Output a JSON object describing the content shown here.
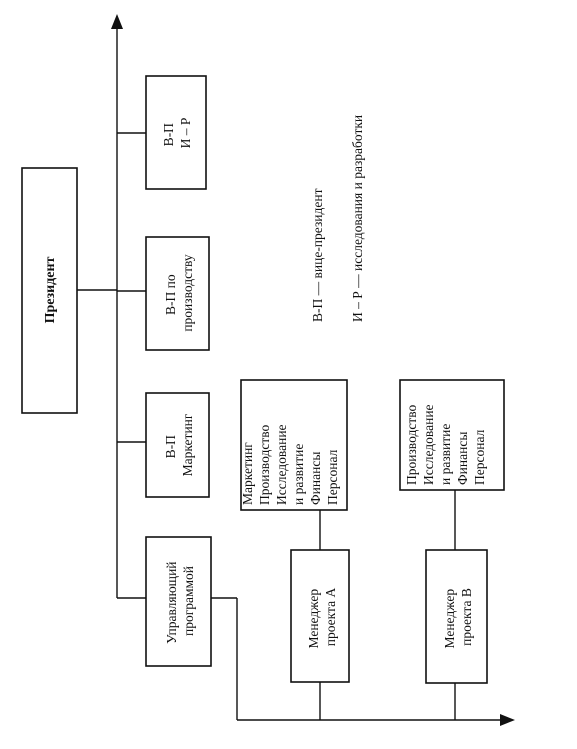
{
  "diagram": {
    "president": "Президент",
    "vp_rnd": [
      "В-П",
      "И – Р"
    ],
    "vp_production": [
      "В-П по",
      "производству"
    ],
    "vp_marketing": [
      "В-П",
      "Маркетинг"
    ],
    "program_manager": [
      "Управляющий",
      "программой"
    ],
    "project_a_functions": [
      "Маркетинг",
      "Производство",
      "Исследование",
      "и развитие",
      "Финансы",
      "Персонал"
    ],
    "project_b_functions": [
      "Производство",
      "Исследование",
      "и развитие",
      "Финансы",
      "Персонал"
    ],
    "manager_a": [
      "Менеджер",
      "проекта А"
    ],
    "manager_b": [
      "Менеджер",
      "проекта В"
    ]
  },
  "legend": {
    "vp": "В-П — вице-президент",
    "rnd": "И – Р — исследования и разработки"
  }
}
